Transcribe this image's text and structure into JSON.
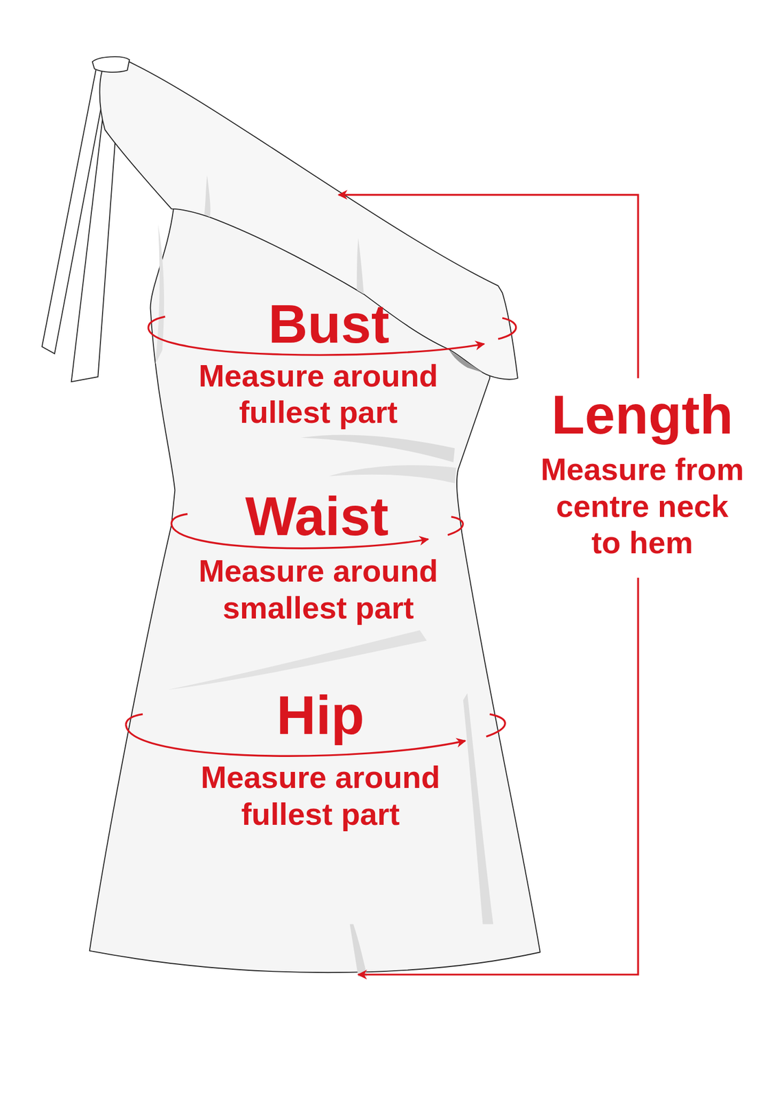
{
  "diagram": {
    "labels": [
      "Bust",
      "Measure around fullest part",
      "Length",
      "Measure from centre neck to hem",
      "Waist",
      "Measure around smallest part",
      "Hip",
      "Measure around fullest part"
    ]
  }
}
